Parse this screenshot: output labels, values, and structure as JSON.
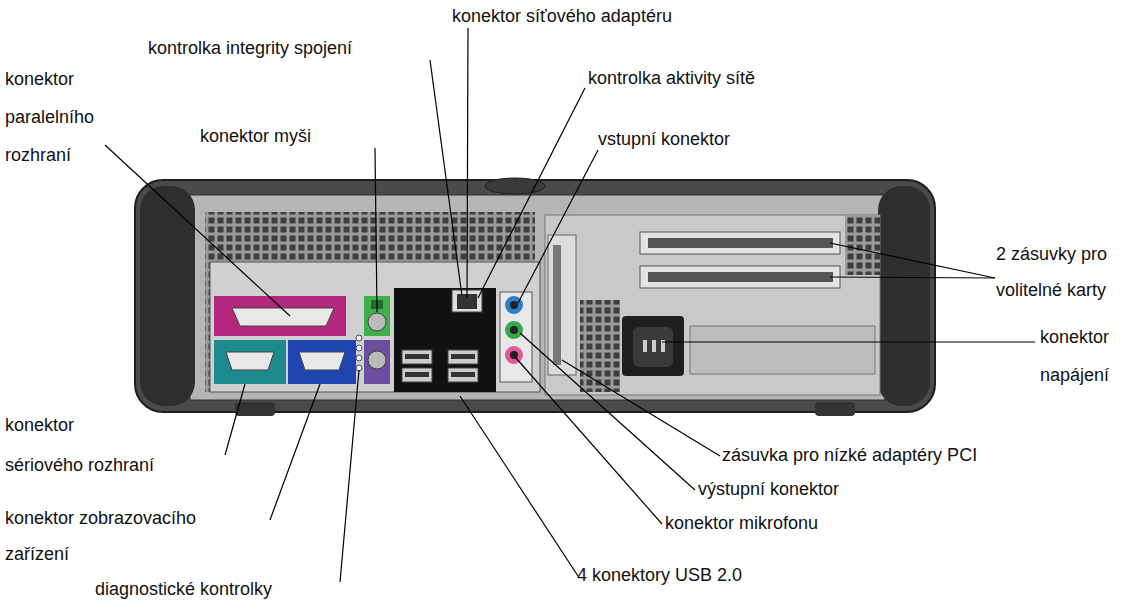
{
  "diagram": {
    "labels": [
      "konektor síťového adaptéru",
      "kontrolka integrity spojení",
      "konektor paralelního rozhraní",
      "kontrolka aktivity sítě",
      "konektor myši",
      "vstupní konektor",
      "2 zásuvky pro volitelné karty",
      "konektor napájení",
      "konektor sériového rozhraní",
      "zásuvka pro nízké adaptéry PCI",
      "výstupní konektor",
      "konektor zobrazovacího zařízení",
      "konektor mikrofonu",
      "4 konektory USB 2.0",
      "diagnostické kontrolky"
    ]
  }
}
